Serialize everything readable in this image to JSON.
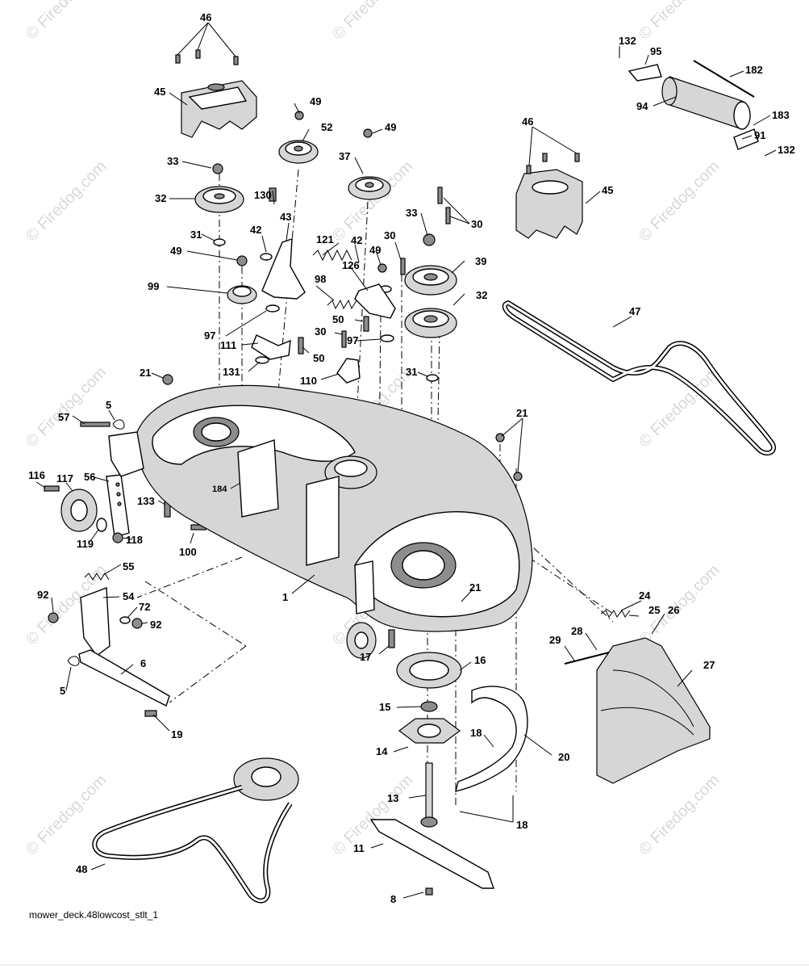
{
  "diagram": {
    "caption": "mower_deck.48lowcost_stlt_1",
    "watermark": "© Firedog.com",
    "labels": {
      "p1": "1",
      "p5a": "5",
      "p5b": "5",
      "p6": "6",
      "p8": "8",
      "p11": "11",
      "p13": "13",
      "p14": "14",
      "p15": "15",
      "p16": "16",
      "p17": "17",
      "p18a": "18",
      "p18b": "18",
      "p19": "19",
      "p20": "20",
      "p21a": "21",
      "p21b": "21",
      "p21c": "21",
      "p24": "24",
      "p25": "25",
      "p26": "26",
      "p27": "27",
      "p28": "28",
      "p29": "29",
      "p30a": "30",
      "p30b": "30",
      "p30c": "30",
      "p31a": "31",
      "p31b": "31",
      "p32a": "32",
      "p32b": "32",
      "p33a": "33",
      "p33b": "33",
      "p37": "37",
      "p39": "39",
      "p42a": "42",
      "p42b": "42",
      "p43": "43",
      "p45a": "45",
      "p45b": "45",
      "p46a": "46",
      "p46b": "46",
      "p47": "47",
      "p48": "48",
      "p49a": "49",
      "p49b": "49",
      "p49c": "49",
      "p49d": "49",
      "p50a": "50",
      "p50b": "50",
      "p52": "52",
      "p54": "54",
      "p55": "55",
      "p56": "56",
      "p57": "57",
      "p72": "72",
      "p91": "91",
      "p92a": "92",
      "p92b": "92",
      "p94": "94",
      "p95": "95",
      "p97a": "97",
      "p97b": "97",
      "p98": "98",
      "p99": "99",
      "p100": "100",
      "p110": "110",
      "p111": "111",
      "p116": "116",
      "p117": "117",
      "p118": "118",
      "p119": "119",
      "p121": "121",
      "p126": "126",
      "p130": "130",
      "p131": "131",
      "p132a": "132",
      "p132b": "132",
      "p133": "133",
      "p182": "182",
      "p183": "183",
      "p184": "184"
    }
  }
}
